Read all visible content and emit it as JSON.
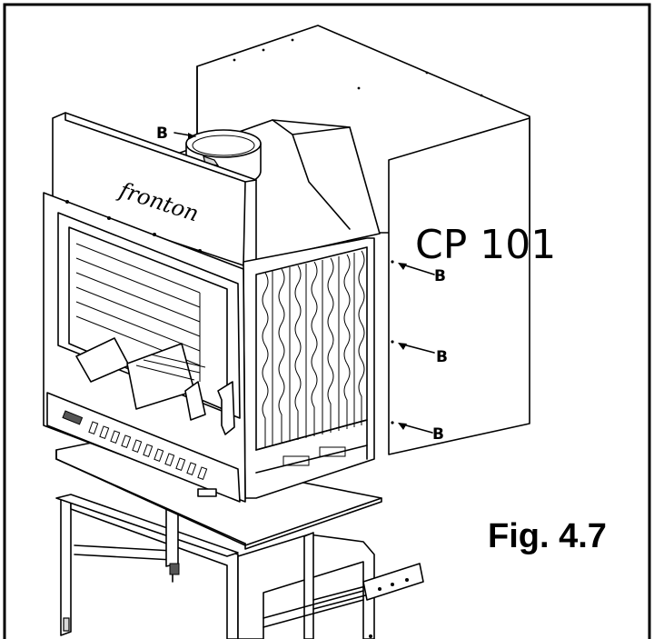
{
  "labels": {
    "b_top": "B",
    "b_1": "B",
    "b_2": "B",
    "b_3": "B",
    "cp": "CP 101",
    "fronton": "fronton",
    "figure": "Fig. 4.7"
  }
}
